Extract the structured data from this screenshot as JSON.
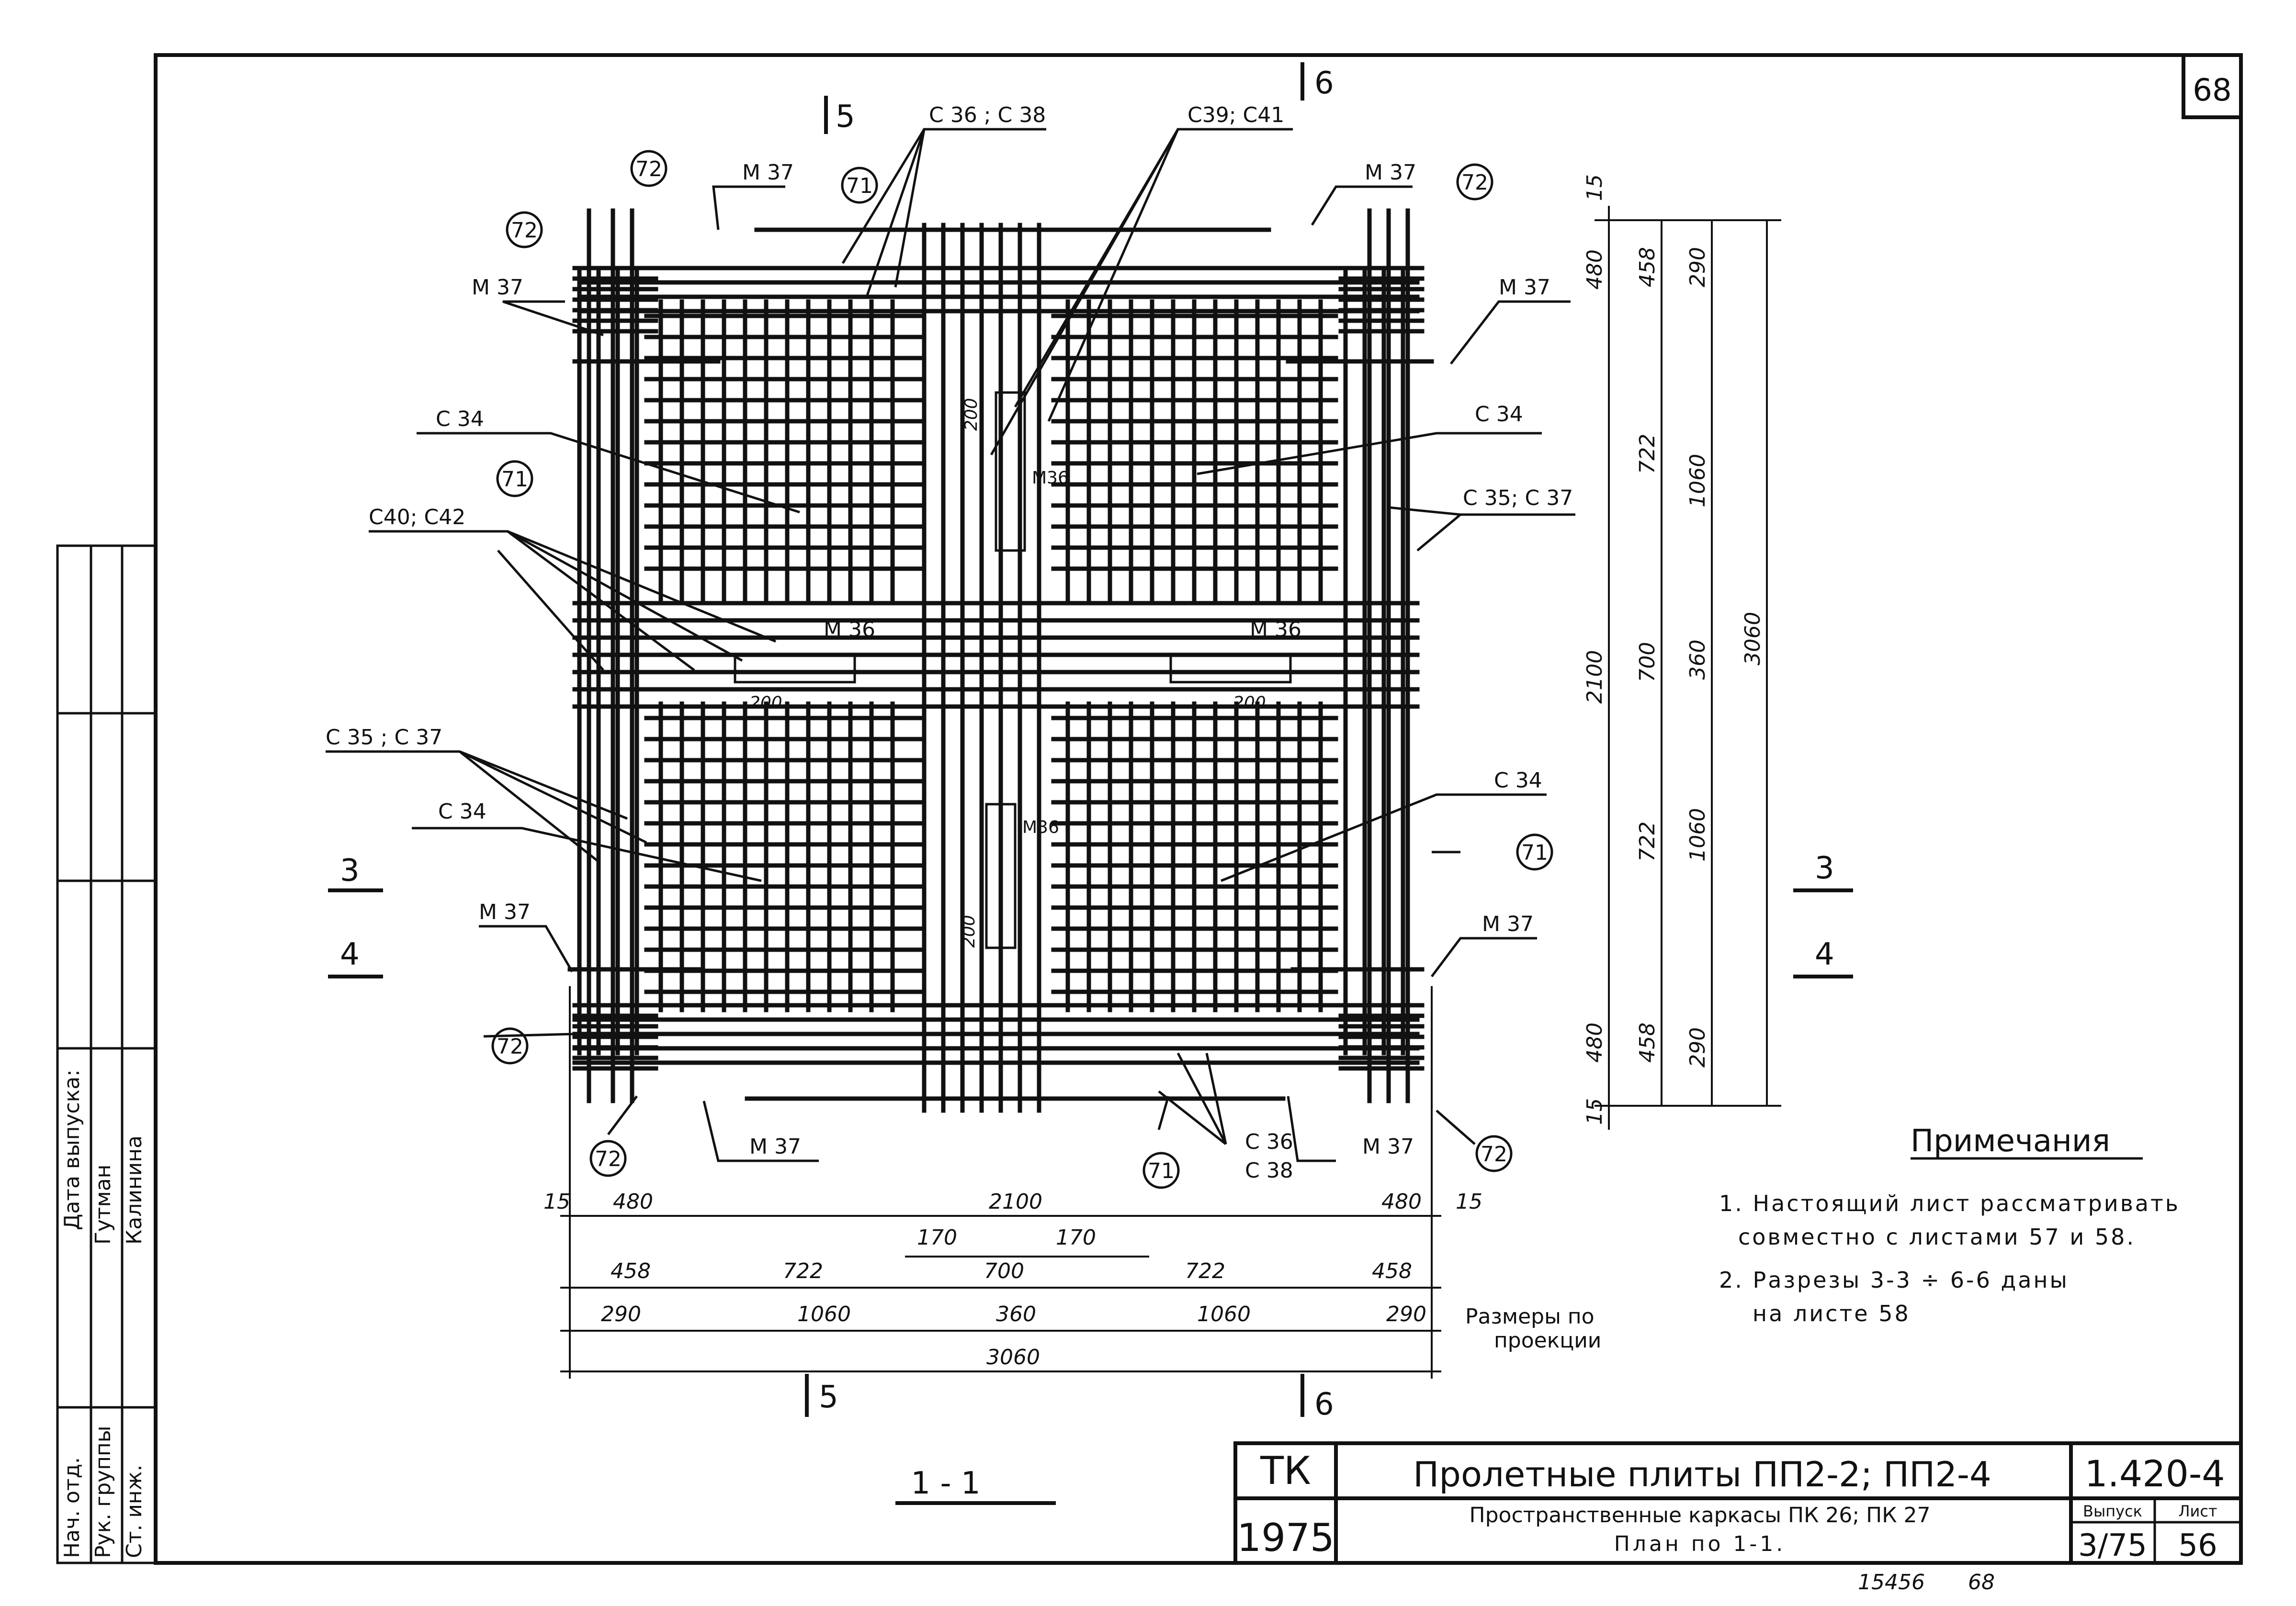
{
  "sheet": {
    "sheet_no_corner": "68",
    "code": "1.420-4",
    "issue_label": "Выпуск",
    "sheet_label": "Лист",
    "issue": "3/75",
    "sheet": "56",
    "org": "ТК",
    "year": "1975",
    "title": "Пролетные плиты ПП2-2; ПП2-4",
    "subtitle_1": "Пространственные   каркасы ПК 26;  ПК 27",
    "subtitle_2": "План  по  1-1.",
    "inv_no": "15456",
    "page_no": "68"
  },
  "stamp": {
    "rows": [
      "Нач. отд.",
      "Рук. группы",
      "Ст. инж.",
      "Дата  выпуска:"
    ],
    "names": [
      "Гутман",
      "Калинина"
    ]
  },
  "section_marks": {
    "m5": "5",
    "m6": "6",
    "m3": "3",
    "m4": "4",
    "plan": "1 - 1"
  },
  "labels": {
    "c36_c38": "С 36 ; С 38",
    "c39_c41": "С39; С41",
    "m37": "М 37",
    "c34": "С 34",
    "c35_c37": "С 35; С 37",
    "c35_c37_left": "С 35 ;  С 37",
    "c40_c42": "С40;  С42",
    "m36": "М 36",
    "m36s": "М36",
    "c36": "С 36",
    "c38": "С 38",
    "n71": "71",
    "n72": "72"
  },
  "dimensions": {
    "d15": "15",
    "d480": "480",
    "d2100": "2100",
    "d458": "458",
    "d722": "722",
    "d700": "700",
    "d290": "290",
    "d1060": "1060",
    "d360": "360",
    "d3060": "3060",
    "d170": "170",
    "d200": "200"
  },
  "notes": {
    "heading": "Примечания",
    "line1": "1. Настоящий  лист  рассматривать",
    "line2": "совместно с листами  57 и 58.",
    "line3": "2. Разрезы  3-3 ÷ 6-6  даны",
    "line4": "на   листе   58",
    "proj_1": "Размеры по",
    "proj_2": "проекции"
  }
}
